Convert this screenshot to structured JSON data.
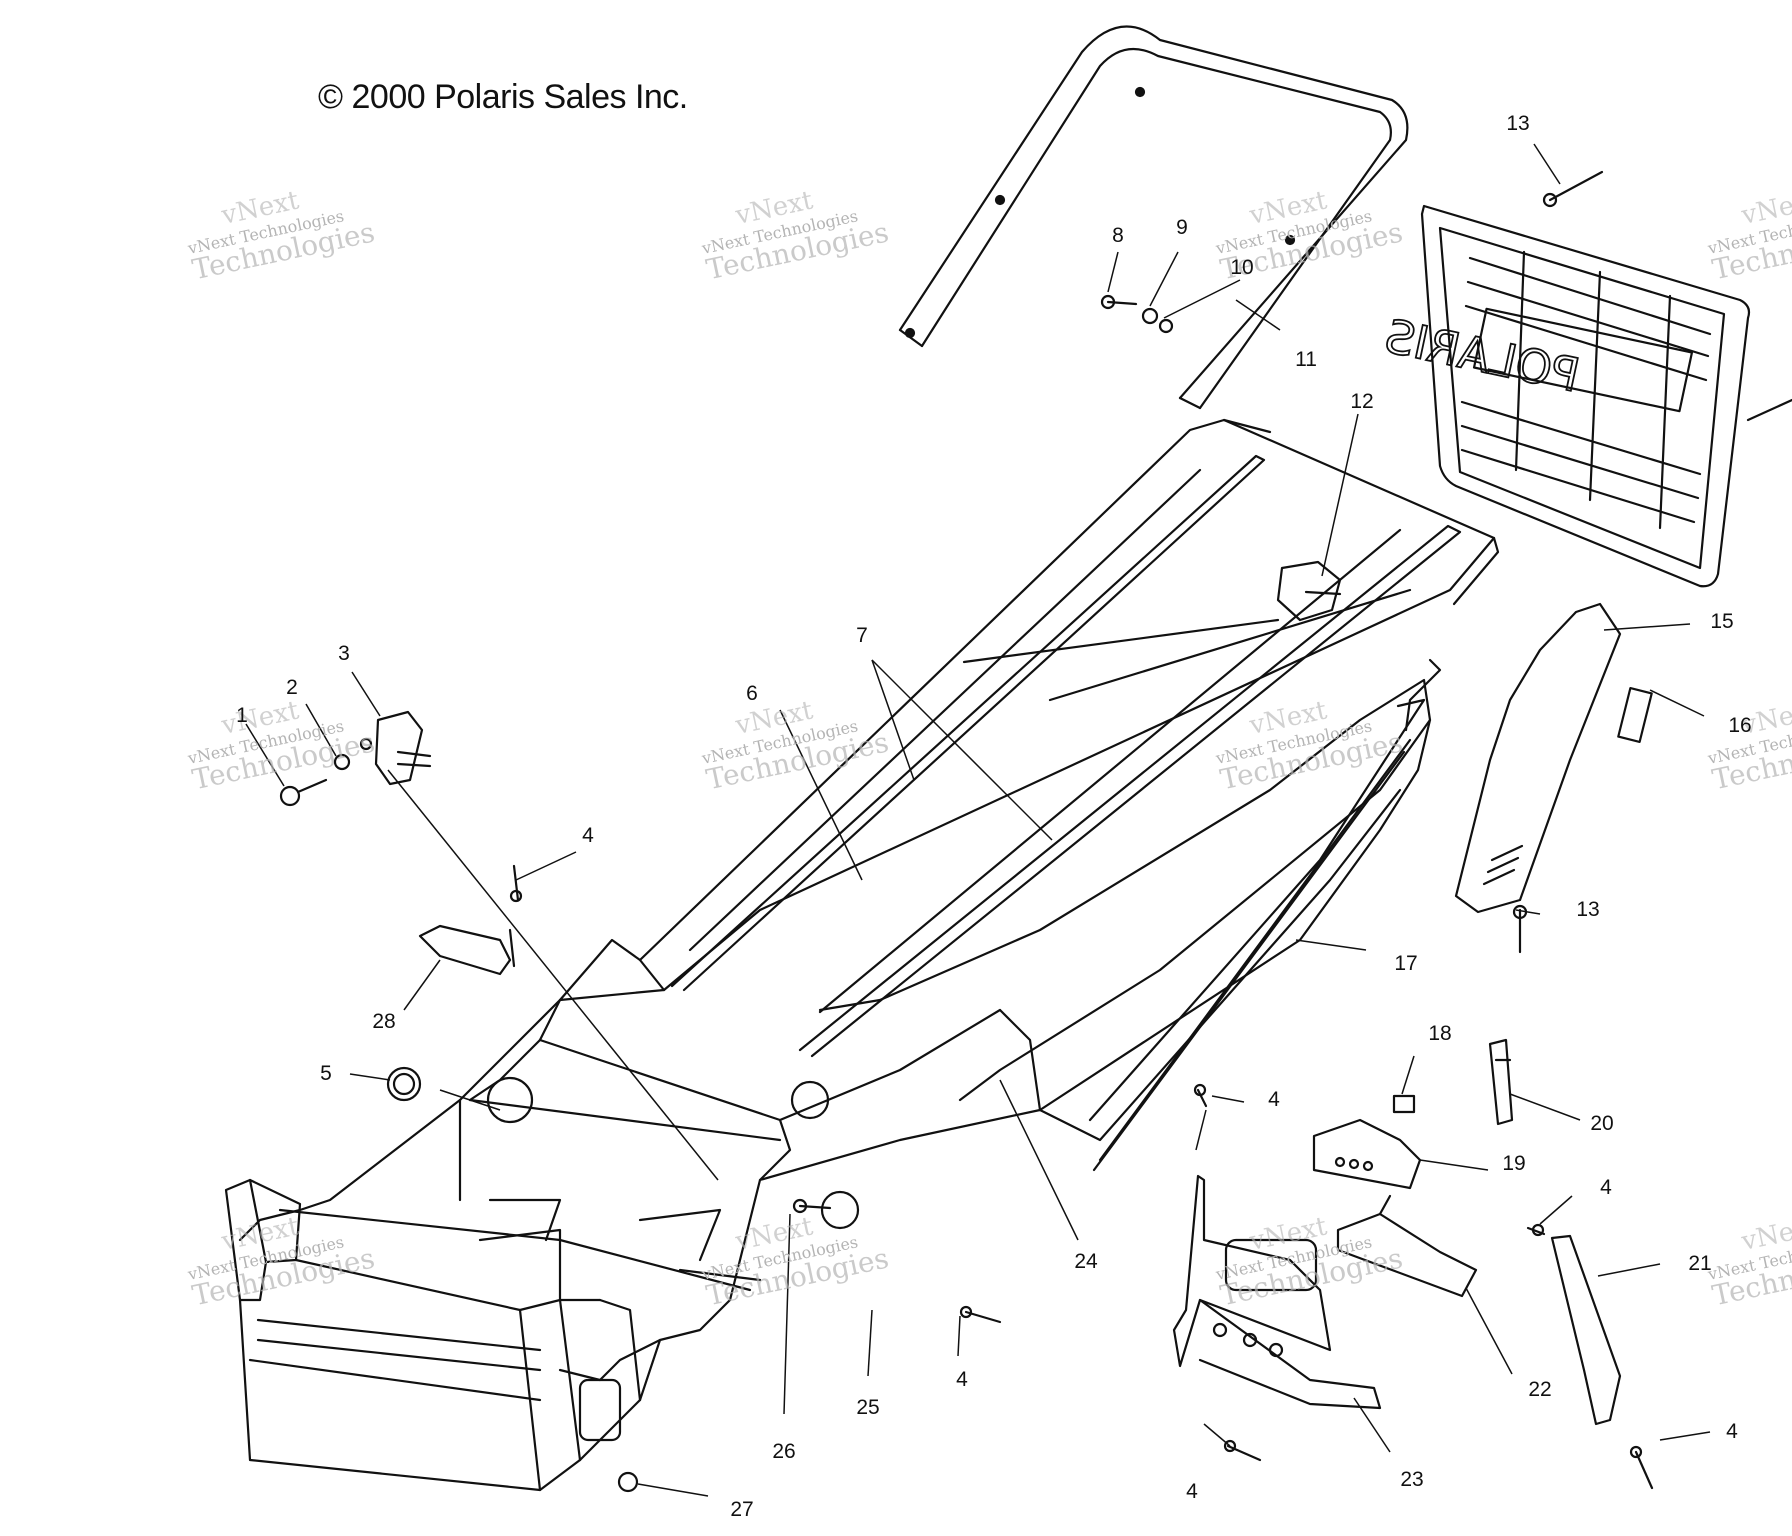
{
  "copyright": "© 2000 Polaris Sales Inc.",
  "watermark": {
    "line0": "vNext",
    "line1": "vNext Technologies",
    "line2": "Technologies"
  },
  "emblem_text": "POLARIS",
  "callouts": [
    "1",
    "2",
    "3",
    "4",
    "4",
    "4",
    "4",
    "4",
    "4",
    "5",
    "6",
    "7",
    "8",
    "9",
    "10",
    "11",
    "12",
    "13",
    "13",
    "15",
    "16",
    "17",
    "18",
    "19",
    "20",
    "21",
    "22",
    "23",
    "24",
    "25",
    "26",
    "27",
    "28"
  ]
}
